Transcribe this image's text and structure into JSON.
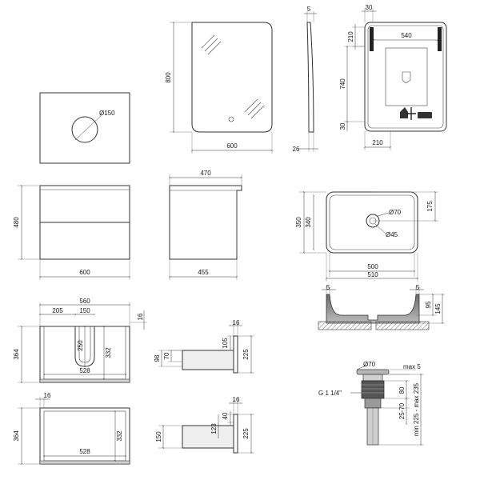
{
  "countertop": {
    "hole": "Ø150"
  },
  "mirror_front": {
    "height": "800",
    "width": "600"
  },
  "mirror_side": {
    "depth_top": "5",
    "depth_bottom": "26"
  },
  "mirror_back": {
    "top": "30",
    "left_upper": "210",
    "span": "540",
    "height": "740",
    "lower": "30",
    "bottom": "210"
  },
  "cabinet_front": {
    "height": "480",
    "width": "600"
  },
  "cabinet_side": {
    "top": "470",
    "bottom": "455"
  },
  "basin_top": {
    "height_outer": "350",
    "height_inner": "340",
    "right": "175",
    "drain_outer": "Ø70",
    "drain_inner": "Ø45",
    "width_inner": "500",
    "width_outer": "510"
  },
  "basin_section": {
    "rim_left": "5",
    "rim_right": "5",
    "depth_inner": "95",
    "depth_outer": "145"
  },
  "cabinet_upper_plan": {
    "width": "560",
    "left": "205",
    "cut": "150",
    "edge": "16",
    "height": "364",
    "cut_depth": "250",
    "inner_height": "332",
    "inner_width": "528"
  },
  "drawer_upper_side": {
    "top": "16",
    "a": "105",
    "b": "225",
    "c": "70",
    "d": "98"
  },
  "cabinet_lower_plan": {
    "edge": "16",
    "height": "364",
    "inner_height": "332",
    "inner_width": "528"
  },
  "drawer_lower_side": {
    "top": "16",
    "a": "40",
    "b": "123",
    "c": "150",
    "d": "225"
  },
  "siphon": {
    "top": "Ø70",
    "max": "max 5",
    "thread": "G 1 1/4\"",
    "h80": "80",
    "h2570": "25-70",
    "range": "min 225 - max 235"
  }
}
